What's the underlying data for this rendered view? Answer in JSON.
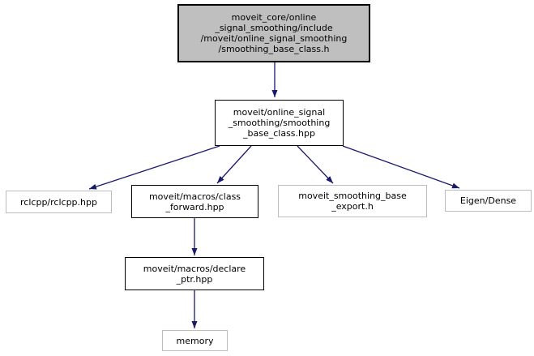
{
  "diagram": {
    "kind": "include-dependency-graph",
    "colors": {
      "edge": "#191970",
      "current_node_fill": "#bfbfbf",
      "internal_node_border": "#000000",
      "external_node_border": "#bdbdbd",
      "node_text": "#000000",
      "background": "#ffffff"
    },
    "nodes": {
      "n0": {
        "label": "moveit_core/online\n_signal_smoothing/include\n/moveit/online_signal_smoothing\n/smoothing_base_class.h",
        "type": "current"
      },
      "n1": {
        "label": "moveit/online_signal\n_smoothing/smoothing\n_base_class.hpp",
        "type": "internal"
      },
      "n2": {
        "label": "rclcpp/rclcpp.hpp",
        "type": "external"
      },
      "n3": {
        "label": "moveit/macros/class\n_forward.hpp",
        "type": "internal"
      },
      "n4": {
        "label": "moveit_smoothing_base\n_export.h",
        "type": "external"
      },
      "n5": {
        "label": "Eigen/Dense",
        "type": "external"
      },
      "n6": {
        "label": "moveit/macros/declare\n_ptr.hpp",
        "type": "internal"
      },
      "n7": {
        "label": "memory",
        "type": "external"
      }
    },
    "edges": [
      {
        "from": "moveit_core/online_signal_smoothing/include/moveit/online_signal_smoothing/smoothing_base_class.h",
        "to": "moveit/online_signal_smoothing/smoothing_base_class.hpp"
      },
      {
        "from": "moveit/online_signal_smoothing/smoothing_base_class.hpp",
        "to": "rclcpp/rclcpp.hpp"
      },
      {
        "from": "moveit/online_signal_smoothing/smoothing_base_class.hpp",
        "to": "moveit/macros/class_forward.hpp"
      },
      {
        "from": "moveit/online_signal_smoothing/smoothing_base_class.hpp",
        "to": "moveit_smoothing_base_export.h"
      },
      {
        "from": "moveit/online_signal_smoothing/smoothing_base_class.hpp",
        "to": "Eigen/Dense"
      },
      {
        "from": "moveit/macros/class_forward.hpp",
        "to": "moveit/macros/declare_ptr.hpp"
      },
      {
        "from": "moveit/macros/declare_ptr.hpp",
        "to": "memory"
      }
    ]
  }
}
